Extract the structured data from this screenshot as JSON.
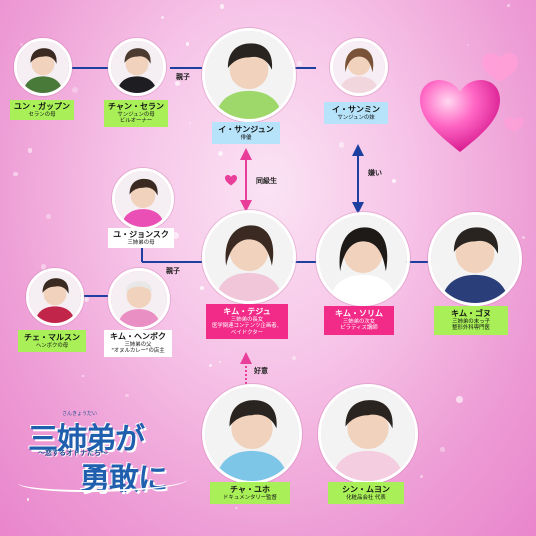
{
  "title": {
    "ruby": "さんきょうだい",
    "line1": "三姉弟が",
    "subtitle": "〜恋するオトナたち〜",
    "line2": "勇敢に"
  },
  "relations": {
    "parent_child": "親子",
    "classmates": "同級生",
    "dislike": "嫌い",
    "affection": "好意"
  },
  "people": {
    "yun_gappun": {
      "name": "ユン・ガップン",
      "desc": "セランの母"
    },
    "jang_seran": {
      "name": "チャン・セラン",
      "desc": "サンジュンの母\nビルオーナー"
    },
    "lee_sangjun": {
      "name": "イ・サンジュン",
      "desc": "俳優"
    },
    "lee_sanmin": {
      "name": "イ・サンミン",
      "desc": "サンジュンの妹"
    },
    "yu_jeongsuk": {
      "name": "ユ・ジョンスク",
      "desc": "三姉弟の母"
    },
    "kim_taeju": {
      "name": "キム・テジュ",
      "desc": "三姉弟の長女\n医学関連コンテンツ企画者、\nベイドクター"
    },
    "kim_sorim": {
      "name": "キム・ソリム",
      "desc": "三姉弟の次女\nピラティス講師"
    },
    "kim_geonu": {
      "name": "キム・ゴヌ",
      "desc": "三姉弟の末っ子\n整形外科専門医"
    },
    "choi_malsun": {
      "name": "チェ・マルスン",
      "desc": "ヘンボクの母"
    },
    "kim_haengbok": {
      "name": "キム・ヘンボク",
      "desc": "三姉弟の父\n\"オヌルカレー\"の店主"
    },
    "cha_yuho": {
      "name": "チャ・ユホ",
      "desc": "ドキュメンタリー監督"
    },
    "shin_muyeong": {
      "name": "シン・ムヨン",
      "desc": "化粧品会社 代表"
    }
  },
  "colors": {
    "line_blue": "#1d3fa0",
    "line_pink": "#e83e9a",
    "tag_green": "#a8ef58",
    "tag_blue": "#b6e3f9",
    "tag_red": "#f22a88",
    "title_blue": "#1f5fae"
  }
}
